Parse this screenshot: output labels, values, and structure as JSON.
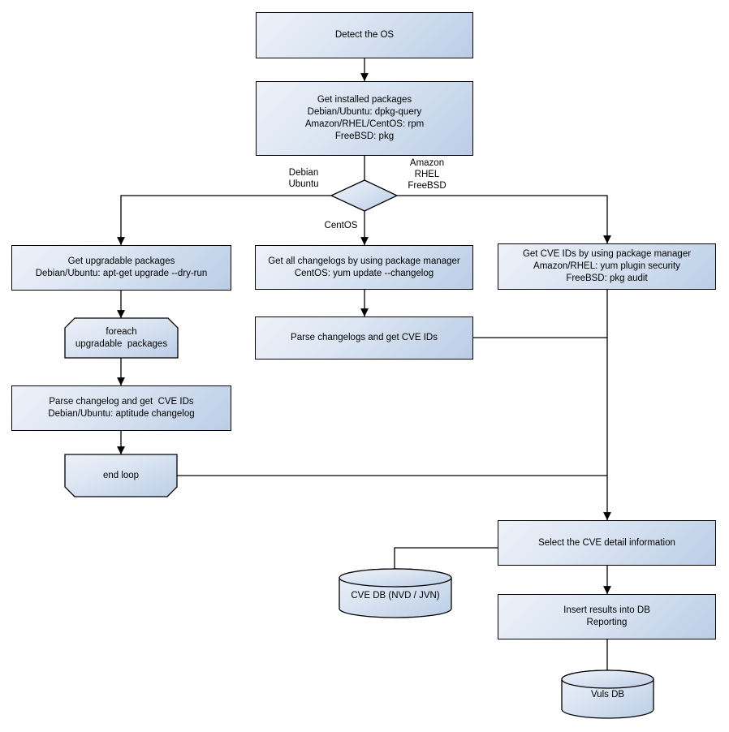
{
  "diagram": {
    "nodes": {
      "detect_os": "Detect the OS",
      "get_installed": "Get installed packages\nDebian/Ubuntu: dpkg-query\nAmazon/RHEL/CentOS: rpm\nFreeBSD: pkg",
      "get_upgradable": "Get upgradable packages\nDebian/Ubuntu: apt-get upgrade --dry-run",
      "foreach_loop": "foreach\nupgradable  packages",
      "parse_changelog": "Parse changelog and get  CVE IDs\nDebian/Ubuntu: aptitude changelog",
      "end_loop": "end loop",
      "get_all_changelogs": "Get all changelogs by using package manager\nCentOS: yum update --changelog",
      "parse_changelogs": "Parse changelogs and get CVE IDs",
      "get_cve_ids": "Get CVE IDs by using package manager\nAmazon/RHEL: yum plugin security\nFreeBSD: pkg audit",
      "select_cve": "Select the CVE detail information",
      "cve_db": "CVE DB (NVD / JVN)",
      "insert_results": "Insert results into DB\nReporting",
      "vuls_db": "Vuls DB"
    },
    "edge_labels": {
      "debian_ubuntu": "Debian\nUbuntu",
      "amazon_rhel_freebsd": "Amazon\nRHEL\nFreeBSD",
      "centos": "CentOS"
    },
    "colors": {
      "node_fill_light": "#eef1f8",
      "node_fill_mid": "#dce6f3",
      "node_fill_dark": "#bbcde6",
      "border": "#000000",
      "line": "#000000",
      "background": "#ffffff",
      "text": "#000000"
    }
  }
}
